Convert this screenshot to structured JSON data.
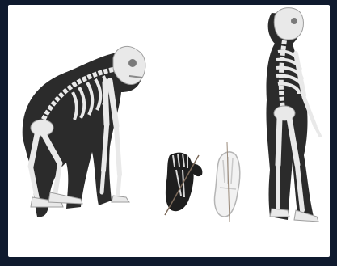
{
  "image": {
    "subjects": [
      "ape-skeleton",
      "ape-foot",
      "human-foot",
      "human-skeleton"
    ],
    "colors": {
      "frame": "#0f1a2e",
      "panel": "#ffffff",
      "silhouette": "#2b2b2b",
      "bone": "#e9e9e9",
      "bone_shade": "#bdbdbd",
      "ape_foot": "#1e1e1e",
      "human_foot": "#f2f2f2"
    }
  }
}
